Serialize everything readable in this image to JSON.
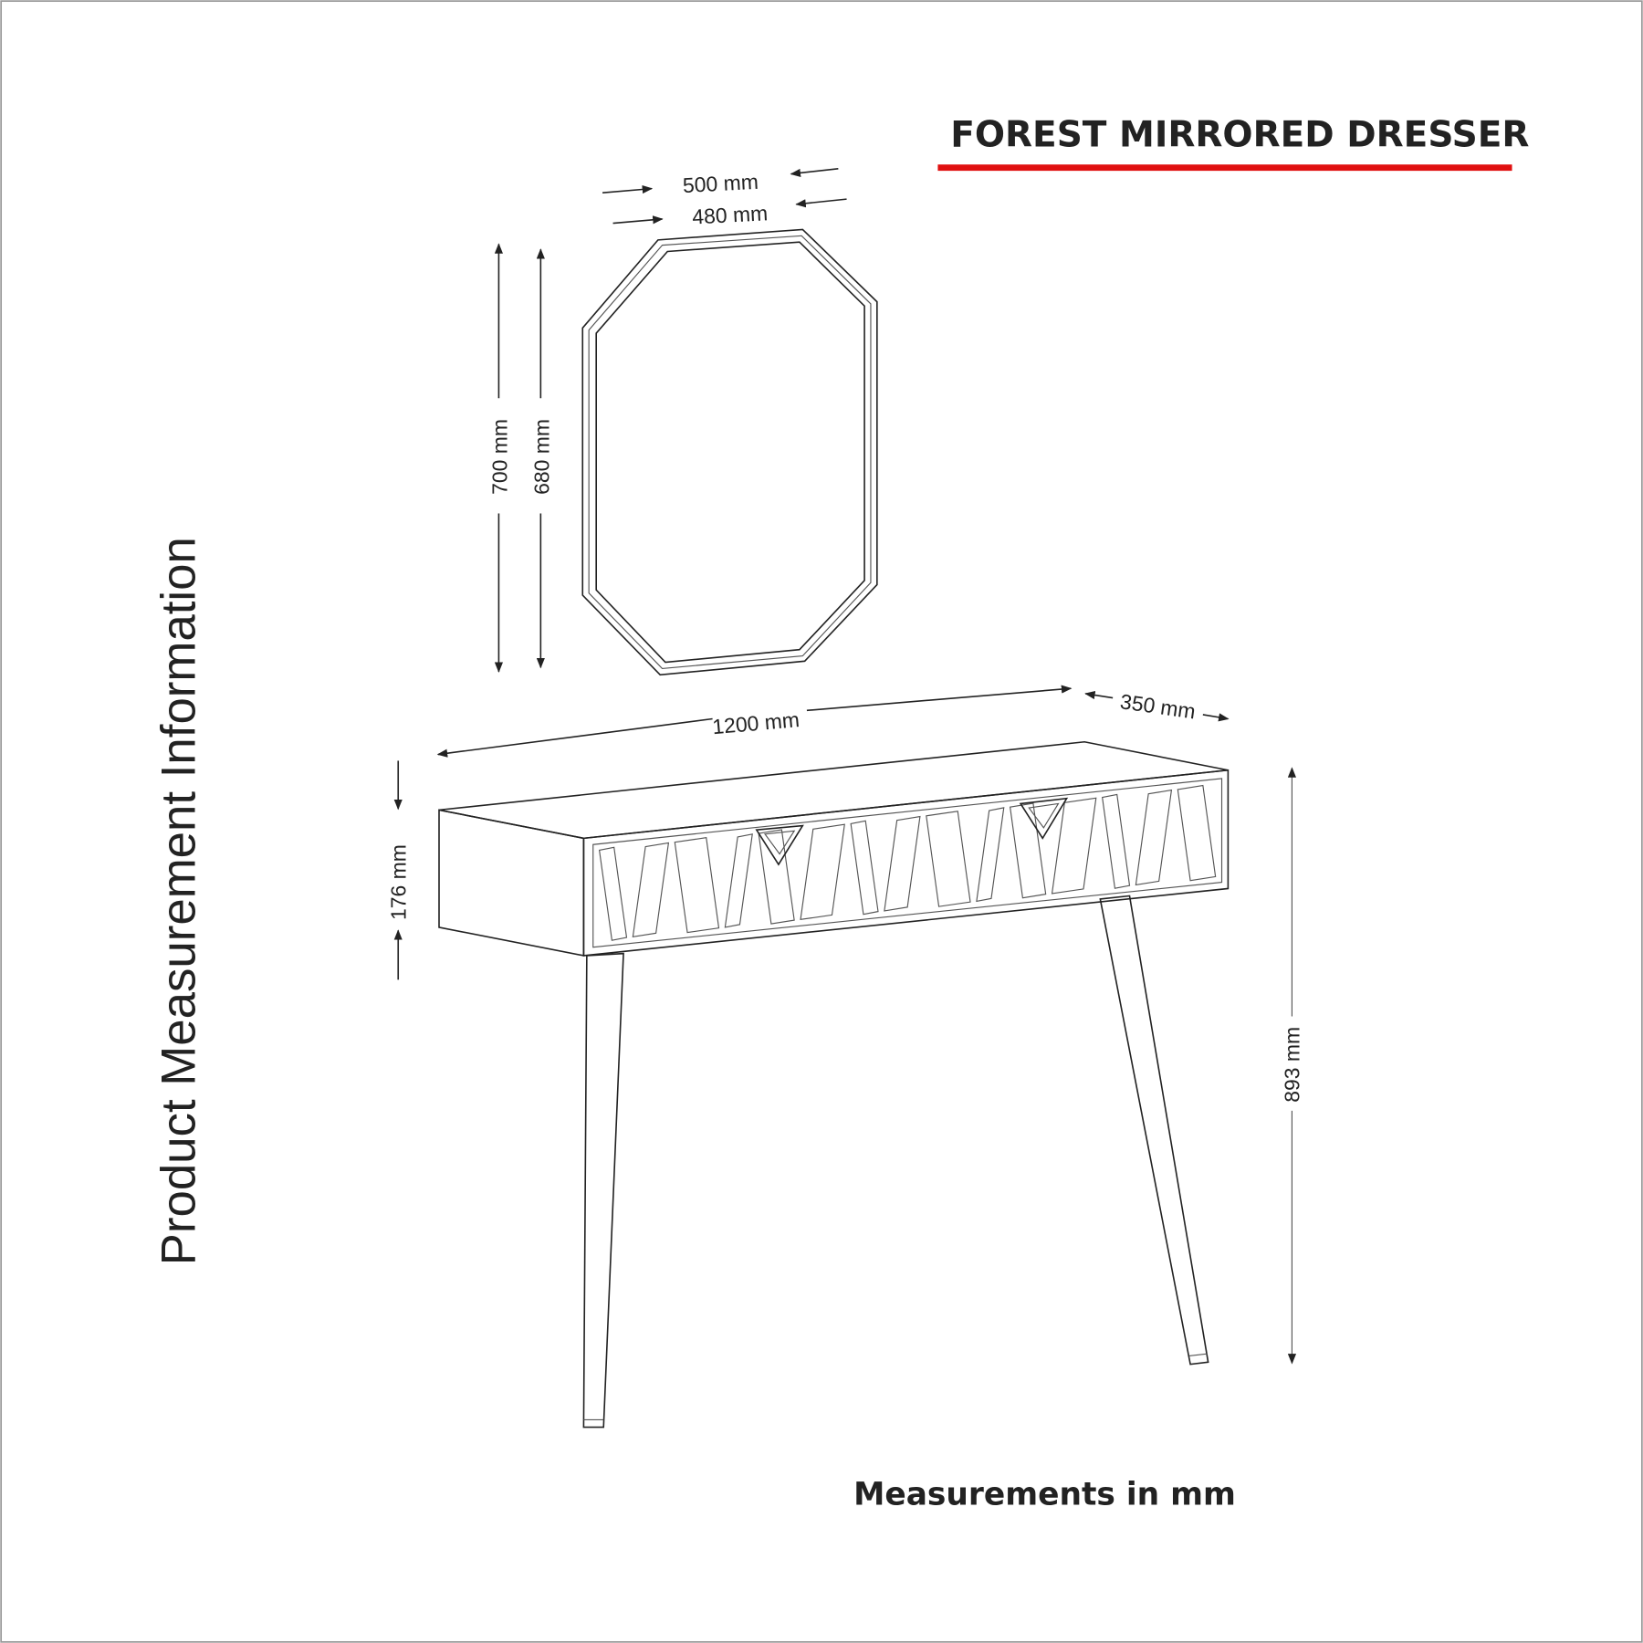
{
  "title": "FOREST MIRRORED DRESSER",
  "side_label": "Product Measurement Information",
  "footer": "Measurements in mm",
  "colors": {
    "accent": "#e01010",
    "ink": "#222222"
  },
  "dimensions": {
    "mirror_outer_width": "500 mm",
    "mirror_inner_width": "480 mm",
    "mirror_outer_height": "700 mm",
    "mirror_inner_height": "680 mm",
    "console_width": "1200 mm",
    "console_depth": "350 mm",
    "drawer_height": "176 mm",
    "total_height": "893 mm"
  }
}
